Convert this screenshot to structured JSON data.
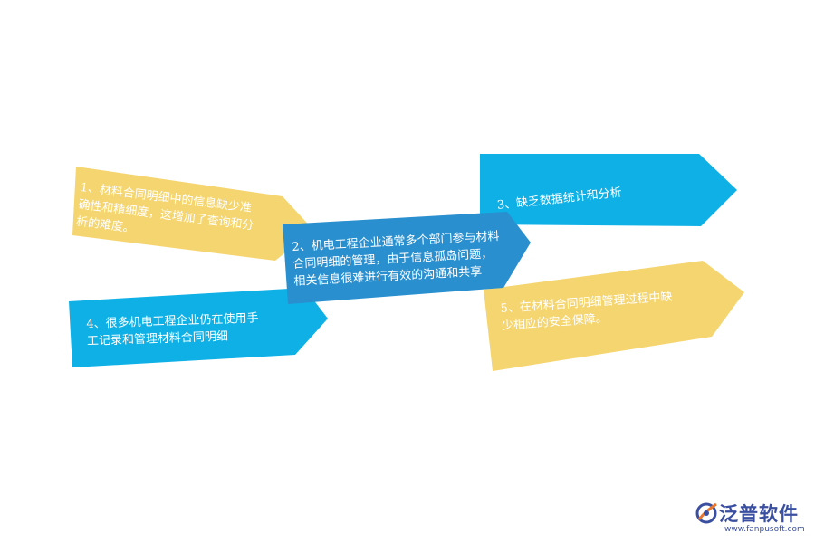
{
  "colors": {
    "yellow": "#f5d56f",
    "blue": "#0fb0e6",
    "dark_blue": "#2a8fcf",
    "logo": "#3a4fa0",
    "logo_accent": "#e8772e"
  },
  "arrows": [
    {
      "lines": [
        "1、材料合同明细中的信息缺少准",
        "确性和精细度，这增加了查询和分",
        "析的难度。"
      ]
    },
    {
      "lines": [
        "2、机电工程企业通常多个部门参与材料",
        "合同明细的管理，由于信息孤岛问题，",
        "相关信息很难进行有效的沟通和共享"
      ]
    },
    {
      "lines": [
        "3、缺乏数据统计和分析"
      ]
    },
    {
      "lines": [
        "4、很多机电工程企业仍在使用手",
        "工记录和管理材料合同明细"
      ]
    },
    {
      "lines": [
        "5、在材料合同明细管理过程中缺",
        "少相应的安全保障。"
      ]
    }
  ],
  "logo": {
    "name": "泛普软件",
    "url": "www.fanpusoft.com",
    "icon": "fanpu-logo-icon"
  }
}
